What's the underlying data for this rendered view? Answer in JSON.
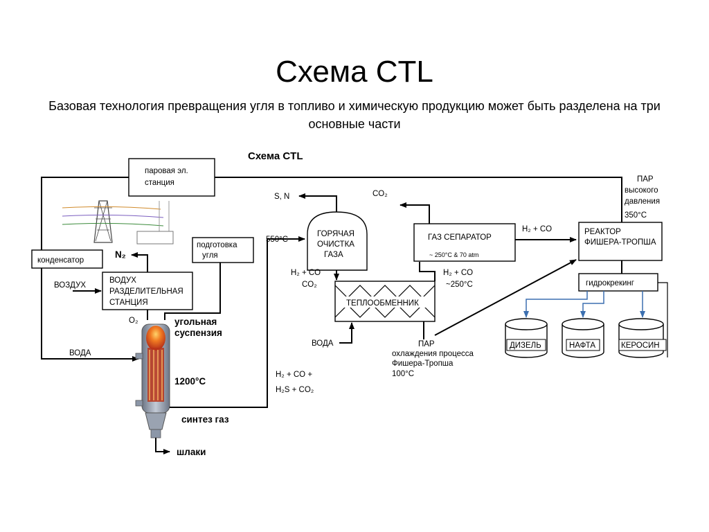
{
  "slide": {
    "title": "Схема CTL",
    "subtitle": "Базовая технология превращения угля в топливо и химическую продукцию может быть разделена на три основные части"
  },
  "diagram": {
    "heading": "Схема CTL",
    "power_station": [
      "паровая эл.",
      "станция"
    ],
    "condenser": "конденсатор",
    "coal_prep": [
      "подготовка",
      "угля"
    ],
    "air_separation": [
      "ВОДУХ",
      "РАЗДЕЛИТЕЛЬНАЯ",
      "СТАНЦИЯ"
    ],
    "air": "ВОЗДУХ",
    "n2": "N₂",
    "o2": "O₂",
    "slurry": [
      "угольная",
      "суспензия"
    ],
    "water_left": "ВОДА",
    "gasifier_temp": "1200°C",
    "syngas": "синтез газ",
    "slag": "шлаки",
    "syngas_composition": [
      "H₂ + CO +",
      "H₂S + CO₂"
    ],
    "hot_cleanup": [
      "ГОРЯЧАЯ",
      "ОЧИСТКА",
      "ГАЗА"
    ],
    "hot_cleanup_temp": "550°C",
    "s_n": "S, N",
    "cleanup_out": [
      "H₂ + CO",
      "CO₂"
    ],
    "heat_exchanger": "ТЕПЛООБМЕННИК",
    "water_mid": "ВОДА",
    "gas_separator": "ГАЗ СЕПАРАТОР",
    "separator_conditions": "~ 250°C & 70 atm",
    "co2": "CO₂",
    "separator_in": [
      "H₂ + CO",
      "~250°C"
    ],
    "steam_cooling": [
      "ПАР",
      "охлаждения процесса",
      "Фишера-Тропша",
      "100°C"
    ],
    "ft_feed": "H₂ + CO",
    "ft_reactor": [
      "РЕАКТОР",
      "ФИШЕРА-ТРОПША"
    ],
    "hp_steam": [
      "ПАР",
      "высокого",
      "давления",
      "350°C"
    ],
    "hydrocracking": "гидрокрекинг",
    "products": [
      "ДИЗЕЛЬ",
      "НАФТА",
      "КЕРОСИН"
    ]
  },
  "colors": {
    "flame": "#e8541c",
    "gasifier_body": "#8c97a8",
    "product_lines": "#3b6fb0"
  }
}
